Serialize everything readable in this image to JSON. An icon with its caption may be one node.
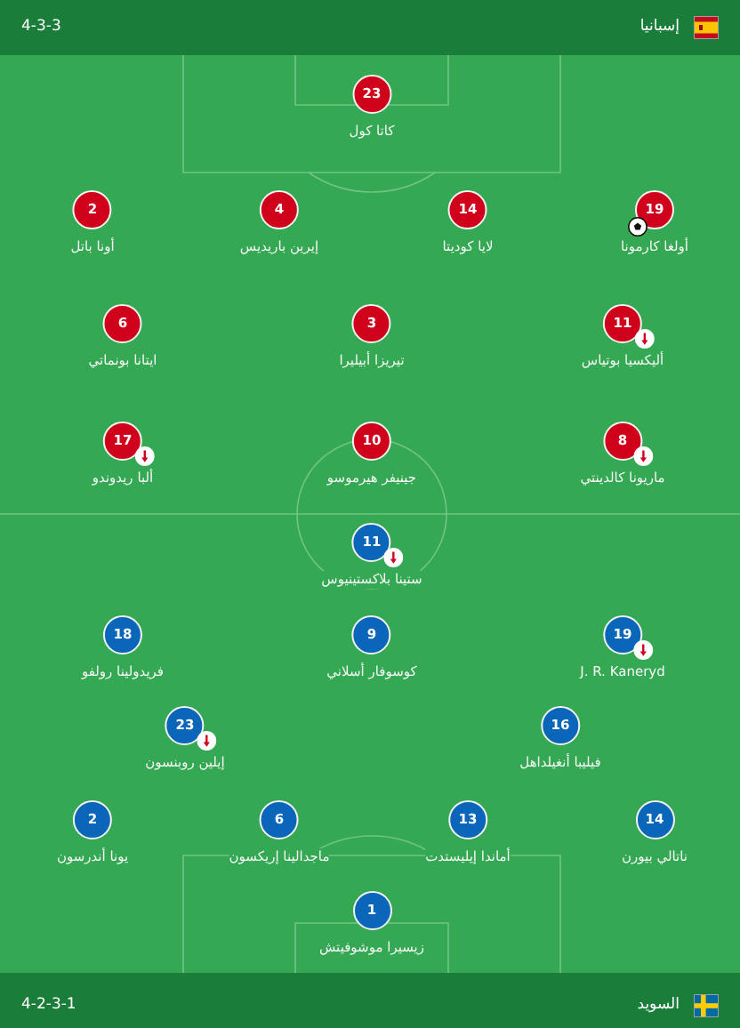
{
  "diagram": {
    "nodes": [
      {
        "text": [
          "إسبانيا",
          "4-3-3"
        ]
      },
      {
        "text": [
          "23",
          "كاتا كول"
        ]
      },
      {
        "text": [
          "19",
          "أولغا كارمونا"
        ]
      },
      {
        "text": [
          "14",
          "لايا كوديتا"
        ]
      },
      {
        "text": [
          "4",
          "إيرين باريديس"
        ]
      },
      {
        "text": [
          "2",
          "أونا باتل"
        ]
      },
      {
        "text": [
          "11",
          "أليكسيا بوتياس"
        ]
      },
      {
        "text": [
          "3",
          "تيريزا أبيليرا"
        ]
      },
      {
        "text": [
          "6",
          "ايتانا بونماتي"
        ]
      },
      {
        "text": [
          "8",
          "ماريونا كالدينتي"
        ]
      },
      {
        "text": [
          "10",
          "جينيفر هيرموسو"
        ]
      },
      {
        "text": [
          "17",
          "ألبا ريدوندو"
        ]
      },
      {
        "text": [
          "11",
          "ستينا بلاكستينيوس"
        ]
      },
      {
        "text": [
          "19",
          "J. R. Kaneryd"
        ]
      },
      {
        "text": [
          "9",
          "كوسوفار أسلاني"
        ]
      },
      {
        "text": [
          "18",
          "فريدولينا رولفو"
        ]
      },
      {
        "text": [
          "16",
          "فيليبا أنغيلداهل"
        ]
      },
      {
        "text": [
          "23",
          "إيلين روبنسون"
        ]
      },
      {
        "text": [
          "14",
          "ناتالي بيورن"
        ]
      },
      {
        "text": [
          "13",
          "أماندا إيليستدت"
        ]
      },
      {
        "text": [
          "6",
          "ماجدالينا إريكسون"
        ]
      },
      {
        "text": [
          "2",
          "يونا أندرسون"
        ]
      },
      {
        "text": [
          "1",
          "زيسيرا موشوفيتش"
        ]
      },
      {
        "text": [
          "السويد",
          "4-2-3-1"
        ]
      }
    ]
  }
}
